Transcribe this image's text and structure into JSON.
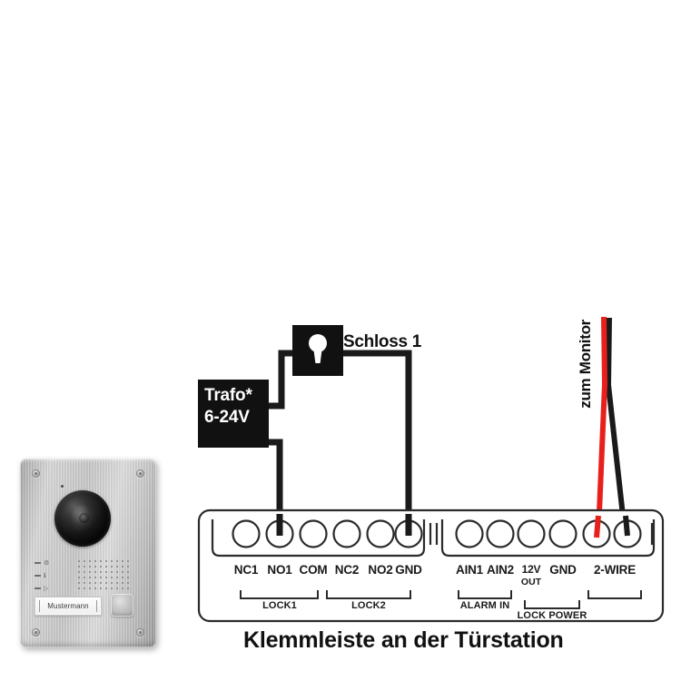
{
  "diagram": {
    "caption": "Klemmleiste an der Türstation",
    "lock_label": "Schloss 1",
    "monitor_label": "zum Monitor",
    "transformer": {
      "line1": "Trafo*",
      "line2": "6-24V"
    },
    "colors": {
      "wire_black": "#1a1a1a",
      "wire_red": "#e8201c",
      "outline": "#2b2b2b",
      "text": "#111111"
    }
  },
  "terminal_block": {
    "left_group": {
      "terminals": [
        {
          "label": "NC1",
          "connected": false,
          "wire_color": null
        },
        {
          "label": "NO1",
          "connected": true,
          "wire_color": "#1a1a1a"
        },
        {
          "label": "COM",
          "connected": false,
          "wire_color": null
        },
        {
          "label": "NC2",
          "connected": false,
          "wire_color": null
        },
        {
          "label": "NO2",
          "connected": false,
          "wire_color": null
        },
        {
          "label": "GND",
          "connected": true,
          "wire_color": "#1a1a1a"
        }
      ],
      "brackets": [
        {
          "label": "LOCK1",
          "from": 0,
          "to": 2
        },
        {
          "label": "LOCK2",
          "from": 3,
          "to": 5
        }
      ]
    },
    "right_group": {
      "terminals": [
        {
          "label": "AIN1",
          "sub": "",
          "connected": false,
          "wire_color": null
        },
        {
          "label": "AIN2",
          "sub": "",
          "connected": false,
          "wire_color": null
        },
        {
          "label": "12V",
          "sub": "OUT",
          "connected": false,
          "wire_color": null
        },
        {
          "label": "GND",
          "sub": "",
          "connected": false,
          "wire_color": null
        },
        {
          "label": "2-WIRE",
          "sub": "",
          "connected": true,
          "wire_color": "#e8201c"
        },
        {
          "label": "",
          "sub": "",
          "connected": true,
          "wire_color": "#1a1a1a"
        }
      ],
      "brackets": [
        {
          "label": "ALARM IN",
          "from": 0,
          "to": 1
        },
        {
          "label": "LOCK POWER",
          "from": 2,
          "to": 3
        },
        {
          "label": "",
          "from": 4,
          "to": 5
        }
      ]
    }
  },
  "door_station": {
    "nameplate": "Mustermann",
    "led_glyphs": [
      "⚙",
      "ℹ",
      "▷"
    ]
  }
}
